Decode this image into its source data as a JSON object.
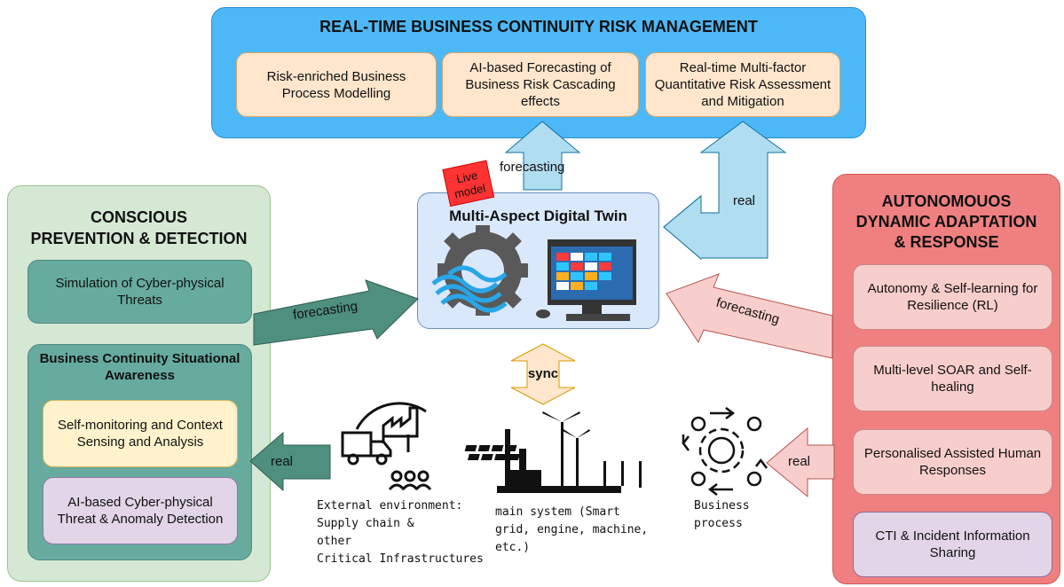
{
  "top": {
    "title": "REAL-TIME BUSINESS CONTINUITY RISK MANAGEMENT",
    "boxes": [
      "Risk-enriched Business Process Modelling",
      "AI-based Forecasting of Business Risk Cascading effects",
      "Real-time Multi-factor Quantitative Risk Assessment and Mitigation"
    ]
  },
  "left": {
    "title_line1": "CONSCIOUS",
    "title_line2": "PREVENTION & DETECTION",
    "simulation": "Simulation of Cyber-physical Threats",
    "bcsa_title": "Business Continuity Situational Awareness",
    "self_monitoring": "Self-monitoring and Context Sensing and Analysis",
    "ai_detection": "AI-based Cyber-physical Threat & Anomaly Detection"
  },
  "right": {
    "title_line1": "AUTONOMOUOS",
    "title_line2": "DYNAMIC ADAPTATION",
    "title_line3": "& RESPONSE",
    "boxes": [
      "Autonomy & Self-learning for Resilience (RL)",
      "Multi-level SOAR and Self-healing",
      "Personalised Assisted Human Responses",
      "CTI & Incident Information Sharing"
    ]
  },
  "center": {
    "digital_twin": "Multi-Aspect Digital Twin",
    "live_model_1": "Live",
    "live_model_2": "model",
    "sync": "sync"
  },
  "arrows": {
    "forecasting_up": "forecasting",
    "real_up": "real",
    "forecasting_left": "forecasting",
    "forecasting_right": "forecasting",
    "real_left": "real",
    "real_right": "real"
  },
  "bottom": {
    "external_1": "External environment:",
    "external_2": "Supply chain &",
    "external_3": "other",
    "external_4": "Critical Infrastructures",
    "main_1": "main system (Smart",
    "main_2": "grid, engine, machine,",
    "main_3": "etc.)",
    "business_1": "Business",
    "business_2": "process"
  },
  "colors": {
    "top_panel": "#4db8f7",
    "left_panel": "#d5e8d4",
    "right_panel": "#f08080",
    "digital_twin": "#dae8fc",
    "arrow_blue": "#b1ddf0",
    "arrow_green": "#4e8f7e",
    "arrow_pink": "#f8cecc",
    "arrow_sync": "#ffe6cc",
    "live_badge": "#ff3333"
  }
}
